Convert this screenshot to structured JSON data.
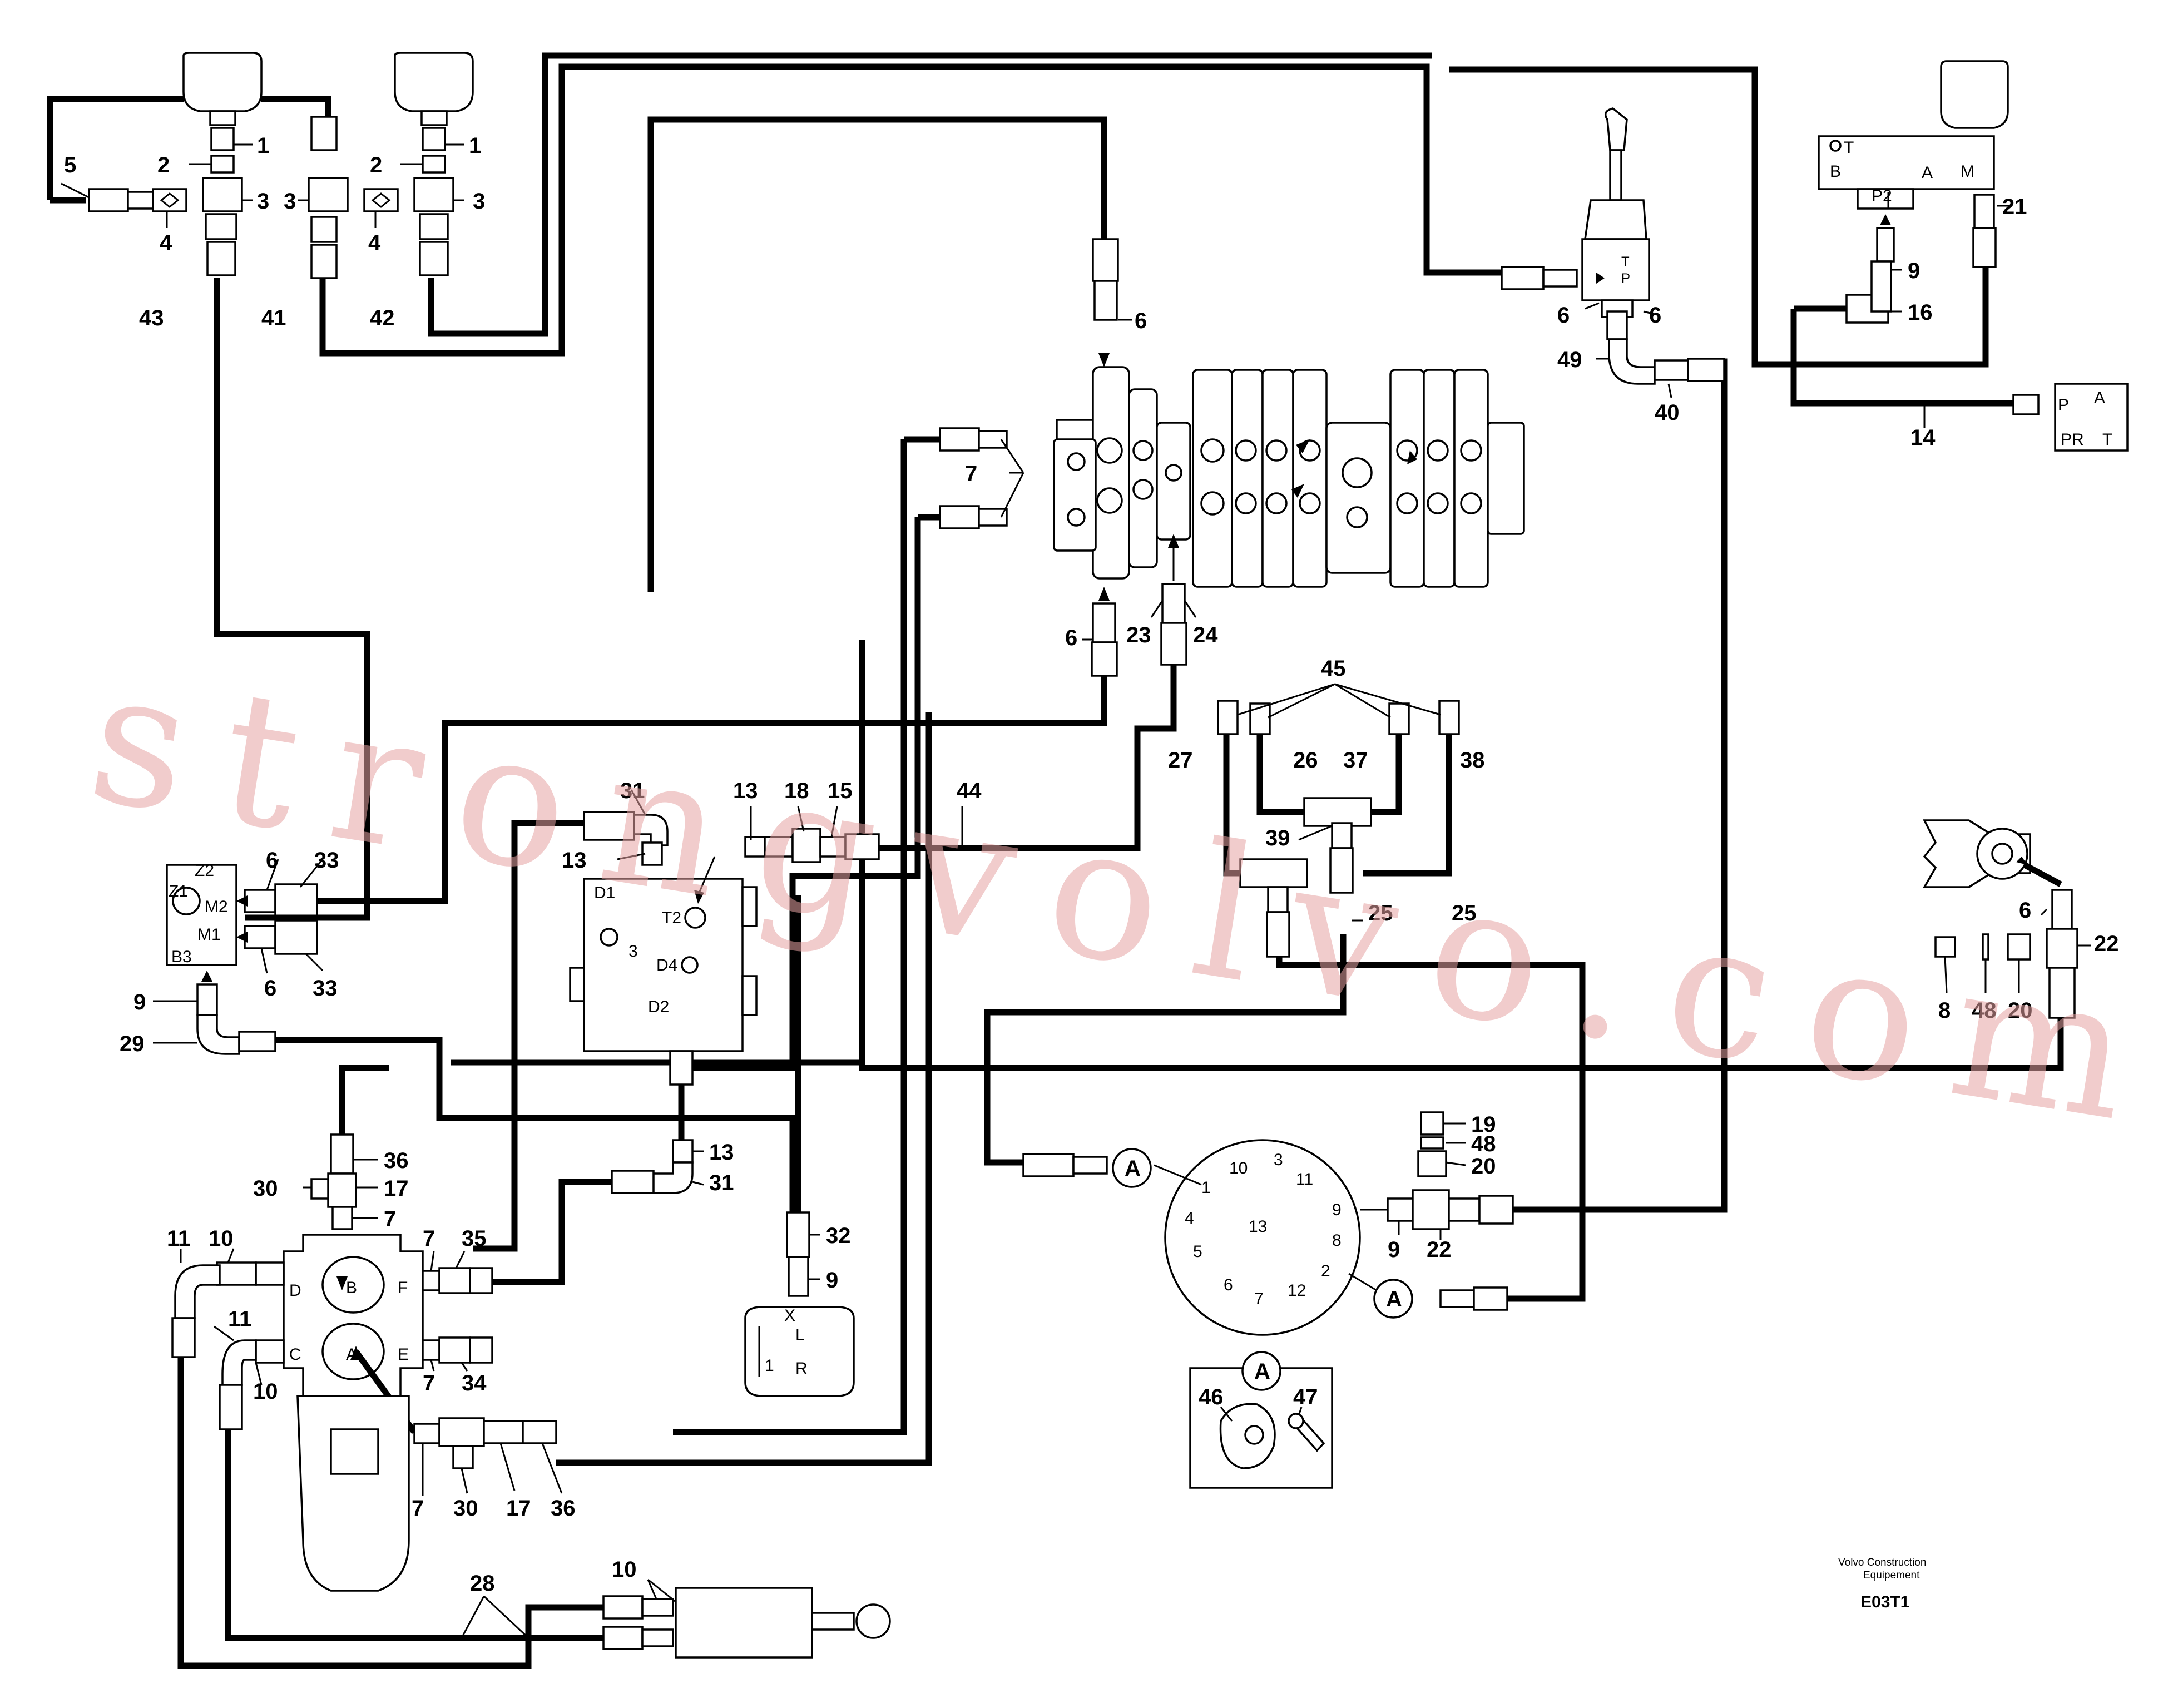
{
  "watermark": "strongvolvo.com",
  "footer": {
    "company_line1": "Volvo Construction",
    "company_line2": "Equipement",
    "code": "E03T1"
  },
  "callouts": [
    {
      "id": "c1a",
      "text": "1"
    },
    {
      "id": "c2a",
      "text": "2"
    },
    {
      "id": "c3a",
      "text": "3"
    },
    {
      "id": "c4a",
      "text": "4"
    },
    {
      "id": "c5",
      "text": "5"
    },
    {
      "id": "c1b",
      "text": "1"
    },
    {
      "id": "c2b",
      "text": "2"
    },
    {
      "id": "c3b",
      "text": "3"
    },
    {
      "id": "c3c",
      "text": "3"
    },
    {
      "id": "c4b",
      "text": "4"
    },
    {
      "id": "c43",
      "text": "43"
    },
    {
      "id": "c41",
      "text": "41"
    },
    {
      "id": "c42",
      "text": "42"
    },
    {
      "id": "c6top",
      "text": "6"
    },
    {
      "id": "c7top",
      "text": "7"
    },
    {
      "id": "c6mid",
      "text": "6"
    },
    {
      "id": "c23",
      "text": "23"
    },
    {
      "id": "c24",
      "text": "24"
    },
    {
      "id": "c45",
      "text": "45"
    },
    {
      "id": "c27",
      "text": "27"
    },
    {
      "id": "c26",
      "text": "26"
    },
    {
      "id": "c37",
      "text": "37"
    },
    {
      "id": "c38",
      "text": "38"
    },
    {
      "id": "c39",
      "text": "39"
    },
    {
      "id": "c25a",
      "text": "25"
    },
    {
      "id": "c25b",
      "text": "25"
    },
    {
      "id": "c6joy",
      "text": "6"
    },
    {
      "id": "c6joy2",
      "text": "6"
    },
    {
      "id": "c49",
      "text": "49"
    },
    {
      "id": "c40",
      "text": "40"
    },
    {
      "id": "c21",
      "text": "21"
    },
    {
      "id": "c9r",
      "text": "9"
    },
    {
      "id": "c16",
      "text": "16"
    },
    {
      "id": "c14",
      "text": "14"
    },
    {
      "id": "c6r",
      "text": "6"
    },
    {
      "id": "c22r",
      "text": "22"
    },
    {
      "id": "c8",
      "text": "8"
    },
    {
      "id": "c48r",
      "text": "48"
    },
    {
      "id": "c20r",
      "text": "20"
    },
    {
      "id": "c31a",
      "text": "31"
    },
    {
      "id": "c13a",
      "text": "13"
    },
    {
      "id": "c13b",
      "text": "13"
    },
    {
      "id": "c18",
      "text": "18"
    },
    {
      "id": "c15",
      "text": "15"
    },
    {
      "id": "c44",
      "text": "44"
    },
    {
      "id": "c6l1",
      "text": "6"
    },
    {
      "id": "c33a",
      "text": "33"
    },
    {
      "id": "c6l2",
      "text": "6"
    },
    {
      "id": "c33b",
      "text": "33"
    },
    {
      "id": "c9l",
      "text": "9"
    },
    {
      "id": "c29",
      "text": "29"
    },
    {
      "id": "c36a",
      "text": "36"
    },
    {
      "id": "c30a",
      "text": "30"
    },
    {
      "id": "c17a",
      "text": "17"
    },
    {
      "id": "c7a",
      "text": "7"
    },
    {
      "id": "c13c",
      "text": "13"
    },
    {
      "id": "c31b",
      "text": "31"
    },
    {
      "id": "c32",
      "text": "32"
    },
    {
      "id": "c9m",
      "text": "9"
    },
    {
      "id": "c11a",
      "text": "11"
    },
    {
      "id": "c10a",
      "text": "10"
    },
    {
      "id": "c11b",
      "text": "11"
    },
    {
      "id": "c10b",
      "text": "10"
    },
    {
      "id": "c7b",
      "text": "7"
    },
    {
      "id": "c35",
      "text": "35"
    },
    {
      "id": "c7c",
      "text": "7"
    },
    {
      "id": "c34",
      "text": "34"
    },
    {
      "id": "c7d",
      "text": "7"
    },
    {
      "id": "c30b",
      "text": "30"
    },
    {
      "id": "c17b",
      "text": "17"
    },
    {
      "id": "c36b",
      "text": "36"
    },
    {
      "id": "c28",
      "text": "28"
    },
    {
      "id": "c10c",
      "text": "10"
    },
    {
      "id": "c19",
      "text": "19"
    },
    {
      "id": "c48m",
      "text": "48"
    },
    {
      "id": "c20m",
      "text": "20"
    },
    {
      "id": "c9sw",
      "text": "9"
    },
    {
      "id": "c22sw",
      "text": "22"
    },
    {
      "id": "c46",
      "text": "46"
    },
    {
      "id": "c47",
      "text": "47"
    }
  ],
  "refs": [
    {
      "id": "refA1",
      "text": "A"
    },
    {
      "id": "refA2",
      "text": "A"
    },
    {
      "id": "refA3",
      "text": "A"
    }
  ],
  "swivel_ports": [
    {
      "id": "p10",
      "text": "10"
    },
    {
      "id": "p3",
      "text": "3"
    },
    {
      "id": "p11",
      "text": "11"
    },
    {
      "id": "p1",
      "text": "1"
    },
    {
      "id": "p9",
      "text": "9"
    },
    {
      "id": "p4",
      "text": "4"
    },
    {
      "id": "p13",
      "text": "13"
    },
    {
      "id": "p8",
      "text": "8"
    },
    {
      "id": "p5",
      "text": "5"
    },
    {
      "id": "p2",
      "text": "2"
    },
    {
      "id": "p6",
      "text": "6"
    },
    {
      "id": "p7",
      "text": "7"
    },
    {
      "id": "p12",
      "text": "12"
    }
  ],
  "port_labels": [
    {
      "id": "pT",
      "text": "T"
    },
    {
      "id": "pB",
      "text": "B"
    },
    {
      "id": "pA",
      "text": "A"
    },
    {
      "id": "pM",
      "text": "M"
    },
    {
      "id": "pP2",
      "text": "P2"
    },
    {
      "id": "qP",
      "text": "P"
    },
    {
      "id": "qA",
      "text": "A"
    },
    {
      "id": "qPR",
      "text": "PR"
    },
    {
      "id": "qT",
      "text": "T"
    },
    {
      "id": "z2",
      "text": "Z2"
    },
    {
      "id": "z1",
      "text": "Z1"
    },
    {
      "id": "m2",
      "text": "M2"
    },
    {
      "id": "m1",
      "text": "M1"
    },
    {
      "id": "b3",
      "text": "B3"
    },
    {
      "id": "d1",
      "text": "D1"
    },
    {
      "id": "t2",
      "text": "T2"
    },
    {
      "id": "v3",
      "text": "3"
    },
    {
      "id": "d4",
      "text": "D4"
    },
    {
      "id": "d2",
      "text": "D2"
    },
    {
      "id": "vD",
      "text": "D"
    },
    {
      "id": "vC",
      "text": "C"
    },
    {
      "id": "vF",
      "text": "F"
    },
    {
      "id": "vE",
      "text": "E"
    },
    {
      "id": "vB",
      "text": "B"
    },
    {
      "id": "vA",
      "text": "A"
    },
    {
      "id": "sX",
      "text": "X"
    },
    {
      "id": "sL",
      "text": "L"
    },
    {
      "id": "s1",
      "text": "1"
    },
    {
      "id": "sR",
      "text": "R"
    },
    {
      "id": "jT",
      "text": "T"
    },
    {
      "id": "jP",
      "text": "P"
    }
  ]
}
